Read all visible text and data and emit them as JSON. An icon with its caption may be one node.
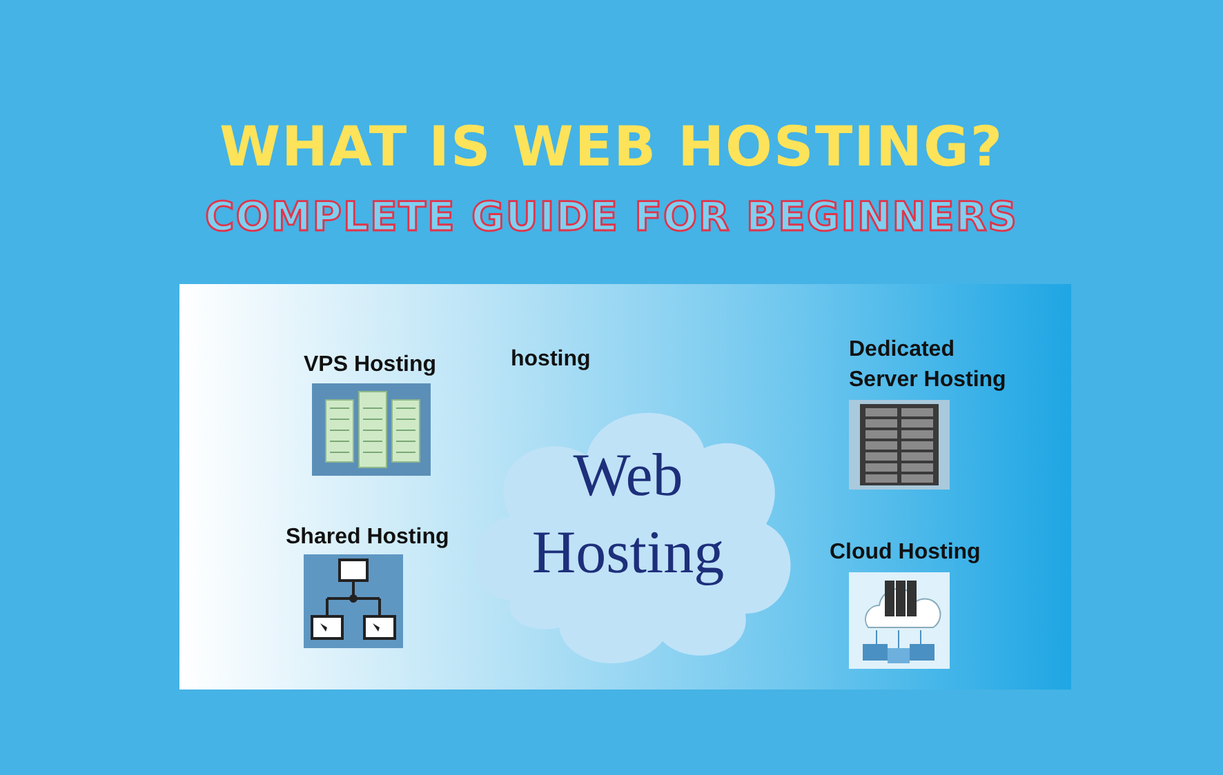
{
  "diagram": {
    "title": "WHAT IS WEB HOSTING?",
    "nodes": [
      {
        "text": [
          "Web Hosting"
        ]
      },
      {
        "text": [
          "VPS Hosting"
        ]
      },
      {
        "text": [
          "hosting"
        ]
      },
      {
        "text": [
          "Dedicated Server Hosting"
        ]
      },
      {
        "text": [
          "Shared Hosting"
        ]
      },
      {
        "text": [
          "Cloud Hosting"
        ]
      }
    ],
    "edges": [],
    "labels": [
      "COMPLETE GUIDE FOR BEGINNERS"
    ]
  }
}
